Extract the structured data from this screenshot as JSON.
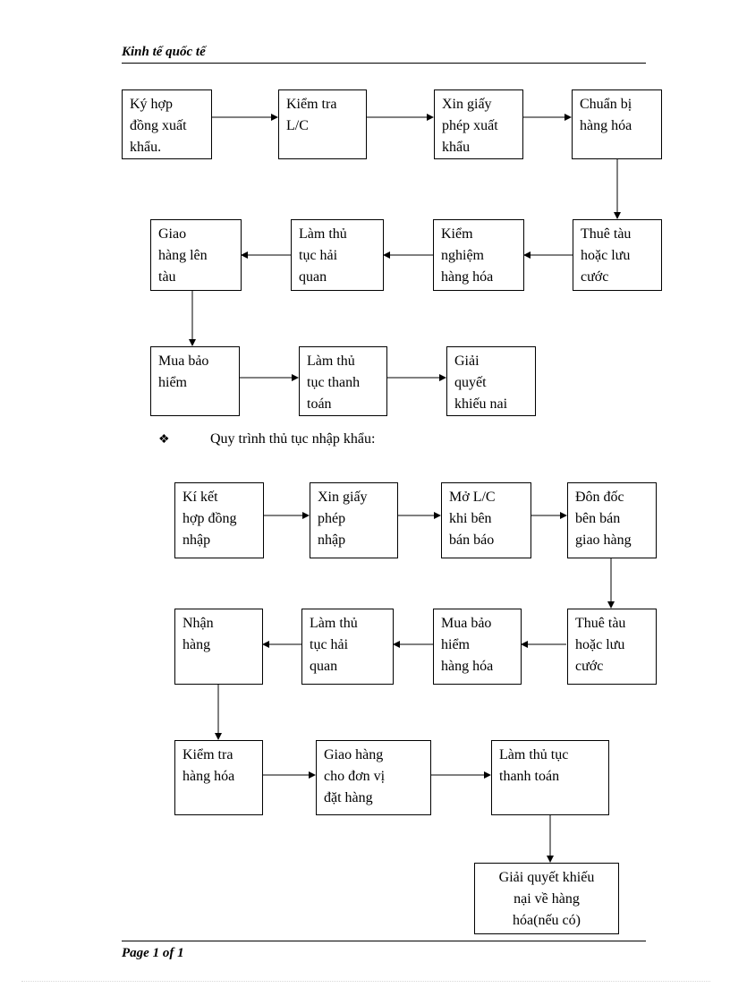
{
  "header": {
    "title": "Kinh tế quốc tế"
  },
  "footer": {
    "page_label": "Page 1 of 1"
  },
  "export_flow": {
    "boxes": [
      "Ký hợp\nđồng xuất\nkhẩu.",
      "Kiểm tra\nL/C",
      "Xin giấy\nphép xuất\nkhẩu",
      "Chuẩn bị\nhàng hóa",
      "Thuê tàu\nhoặc lưu\ncước",
      "Kiểm\nnghiệm\nhàng hóa",
      "Làm thủ\ntục hải\nquan",
      "Giao\nhàng lên\ntàu",
      "Mua bảo\nhiểm",
      "Làm thủ\ntục thanh\ntoán",
      "Giải\nquyết\nkhiếu nai"
    ]
  },
  "import_section": {
    "bullet": "❖",
    "title": "Quy trình thủ tục nhập khẩu:"
  },
  "import_flow": {
    "boxes": [
      "Kí kết\nhợp đồng\nnhập",
      "Xin giấy\nphép\nnhập",
      "Mở L/C\nkhi bên\nbán báo",
      "Đôn đốc\nbên bán\ngiao hàng",
      "Thuê tàu\nhoặc lưu\ncước",
      "Mua bảo\nhiểm\nhàng hóa",
      "Làm thủ\ntục hải\nquan",
      "Nhận\nhàng",
      "Kiểm tra\nhàng hóa",
      "Giao hàng\ncho đơn vị\nđặt hàng",
      "Làm thủ tục\nthanh toán",
      "Giải quyết khiếu\nnại về hàng\nhóa(nếu có)"
    ]
  }
}
